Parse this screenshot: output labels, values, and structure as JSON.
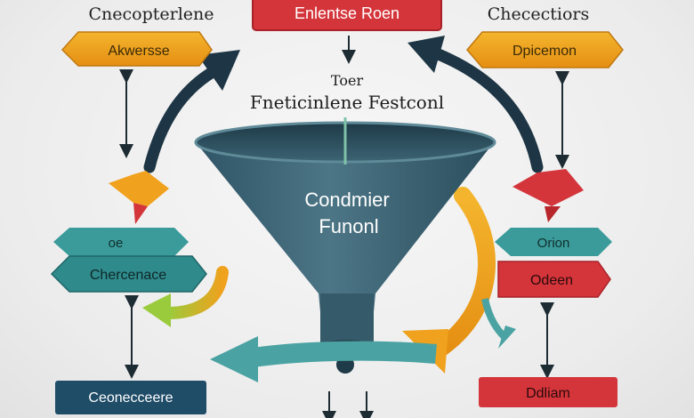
{
  "colors": {
    "red": "#d4353b",
    "orange": "#f0a11d",
    "teal": "#3a9b9a",
    "navy": "#1f4d68",
    "funnel": "#3f6677",
    "arrow_dark": "#1d3544"
  },
  "labels": {
    "top_left_text": "Cnecopterlene",
    "top_center_box": "Enlentse Roen",
    "top_right_text": "Checectiors",
    "left_orange_box": "Akwersse",
    "right_orange_box": "Dpicemon",
    "title_small": "Toer",
    "title_main": "Fneticinlene Festconl",
    "funnel_line1": "Condmier",
    "funnel_line2": "Funonl",
    "left_teal_top": "oe",
    "left_teal_box": "Chercenace",
    "bottom_left_box": "Ceonecceere",
    "right_teal_box": "Orion",
    "right_red_box": "Odeen",
    "bottom_right_box": "Ddliam"
  }
}
